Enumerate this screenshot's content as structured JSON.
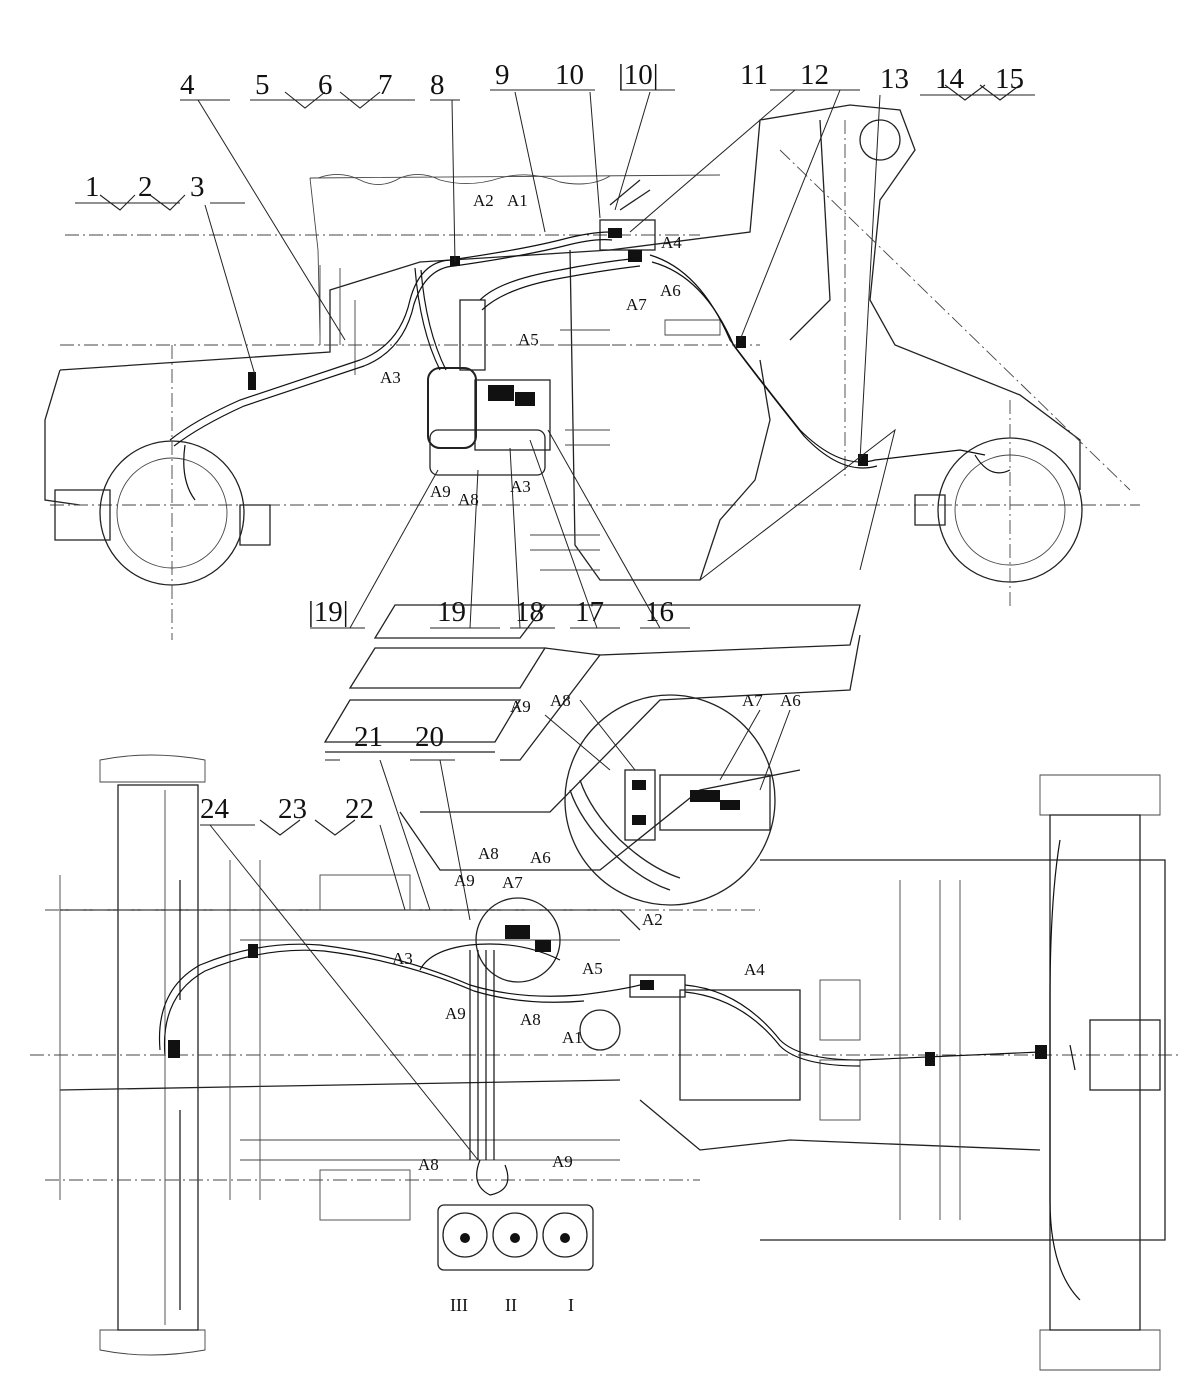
{
  "callouts": {
    "c1": "1",
    "c2": "2",
    "c3": "3",
    "c4": "4",
    "c5": "5",
    "c6": "6",
    "c7": "7",
    "c8": "8",
    "c9": "9",
    "c10": "10",
    "c10b": "|10|",
    "c11": "11",
    "c12": "12",
    "c13": "13",
    "c14": "14",
    "c15": "15",
    "c16": "16",
    "c17": "17",
    "c18": "18",
    "c19": "19",
    "c19b": "|19|",
    "c20": "20",
    "c21": "21",
    "c22": "22",
    "c23": "23",
    "c24": "24"
  },
  "pipes_side": {
    "a1": "A1",
    "a2": "A2",
    "a3": "A3",
    "a3b": "A3",
    "a4": "A4",
    "a5": "A5",
    "a6": "A6",
    "a7": "A7",
    "a8": "A8",
    "a9": "A9"
  },
  "pipes_inset": {
    "a9": "A9",
    "a8": "A8",
    "a7": "A7",
    "a6": "A6"
  },
  "pipes_plan": {
    "a8": "A8",
    "a6": "A6",
    "a9": "A9",
    "a7": "A7",
    "a2": "A2",
    "a3": "A3",
    "a5": "A5",
    "a4": "A4",
    "a9b": "A9",
    "a8b": "A8",
    "a1": "A1",
    "a8c": "A8",
    "a9c": "A9"
  },
  "chambers": {
    "c3": "III",
    "c2": "II",
    "c1": "I"
  }
}
